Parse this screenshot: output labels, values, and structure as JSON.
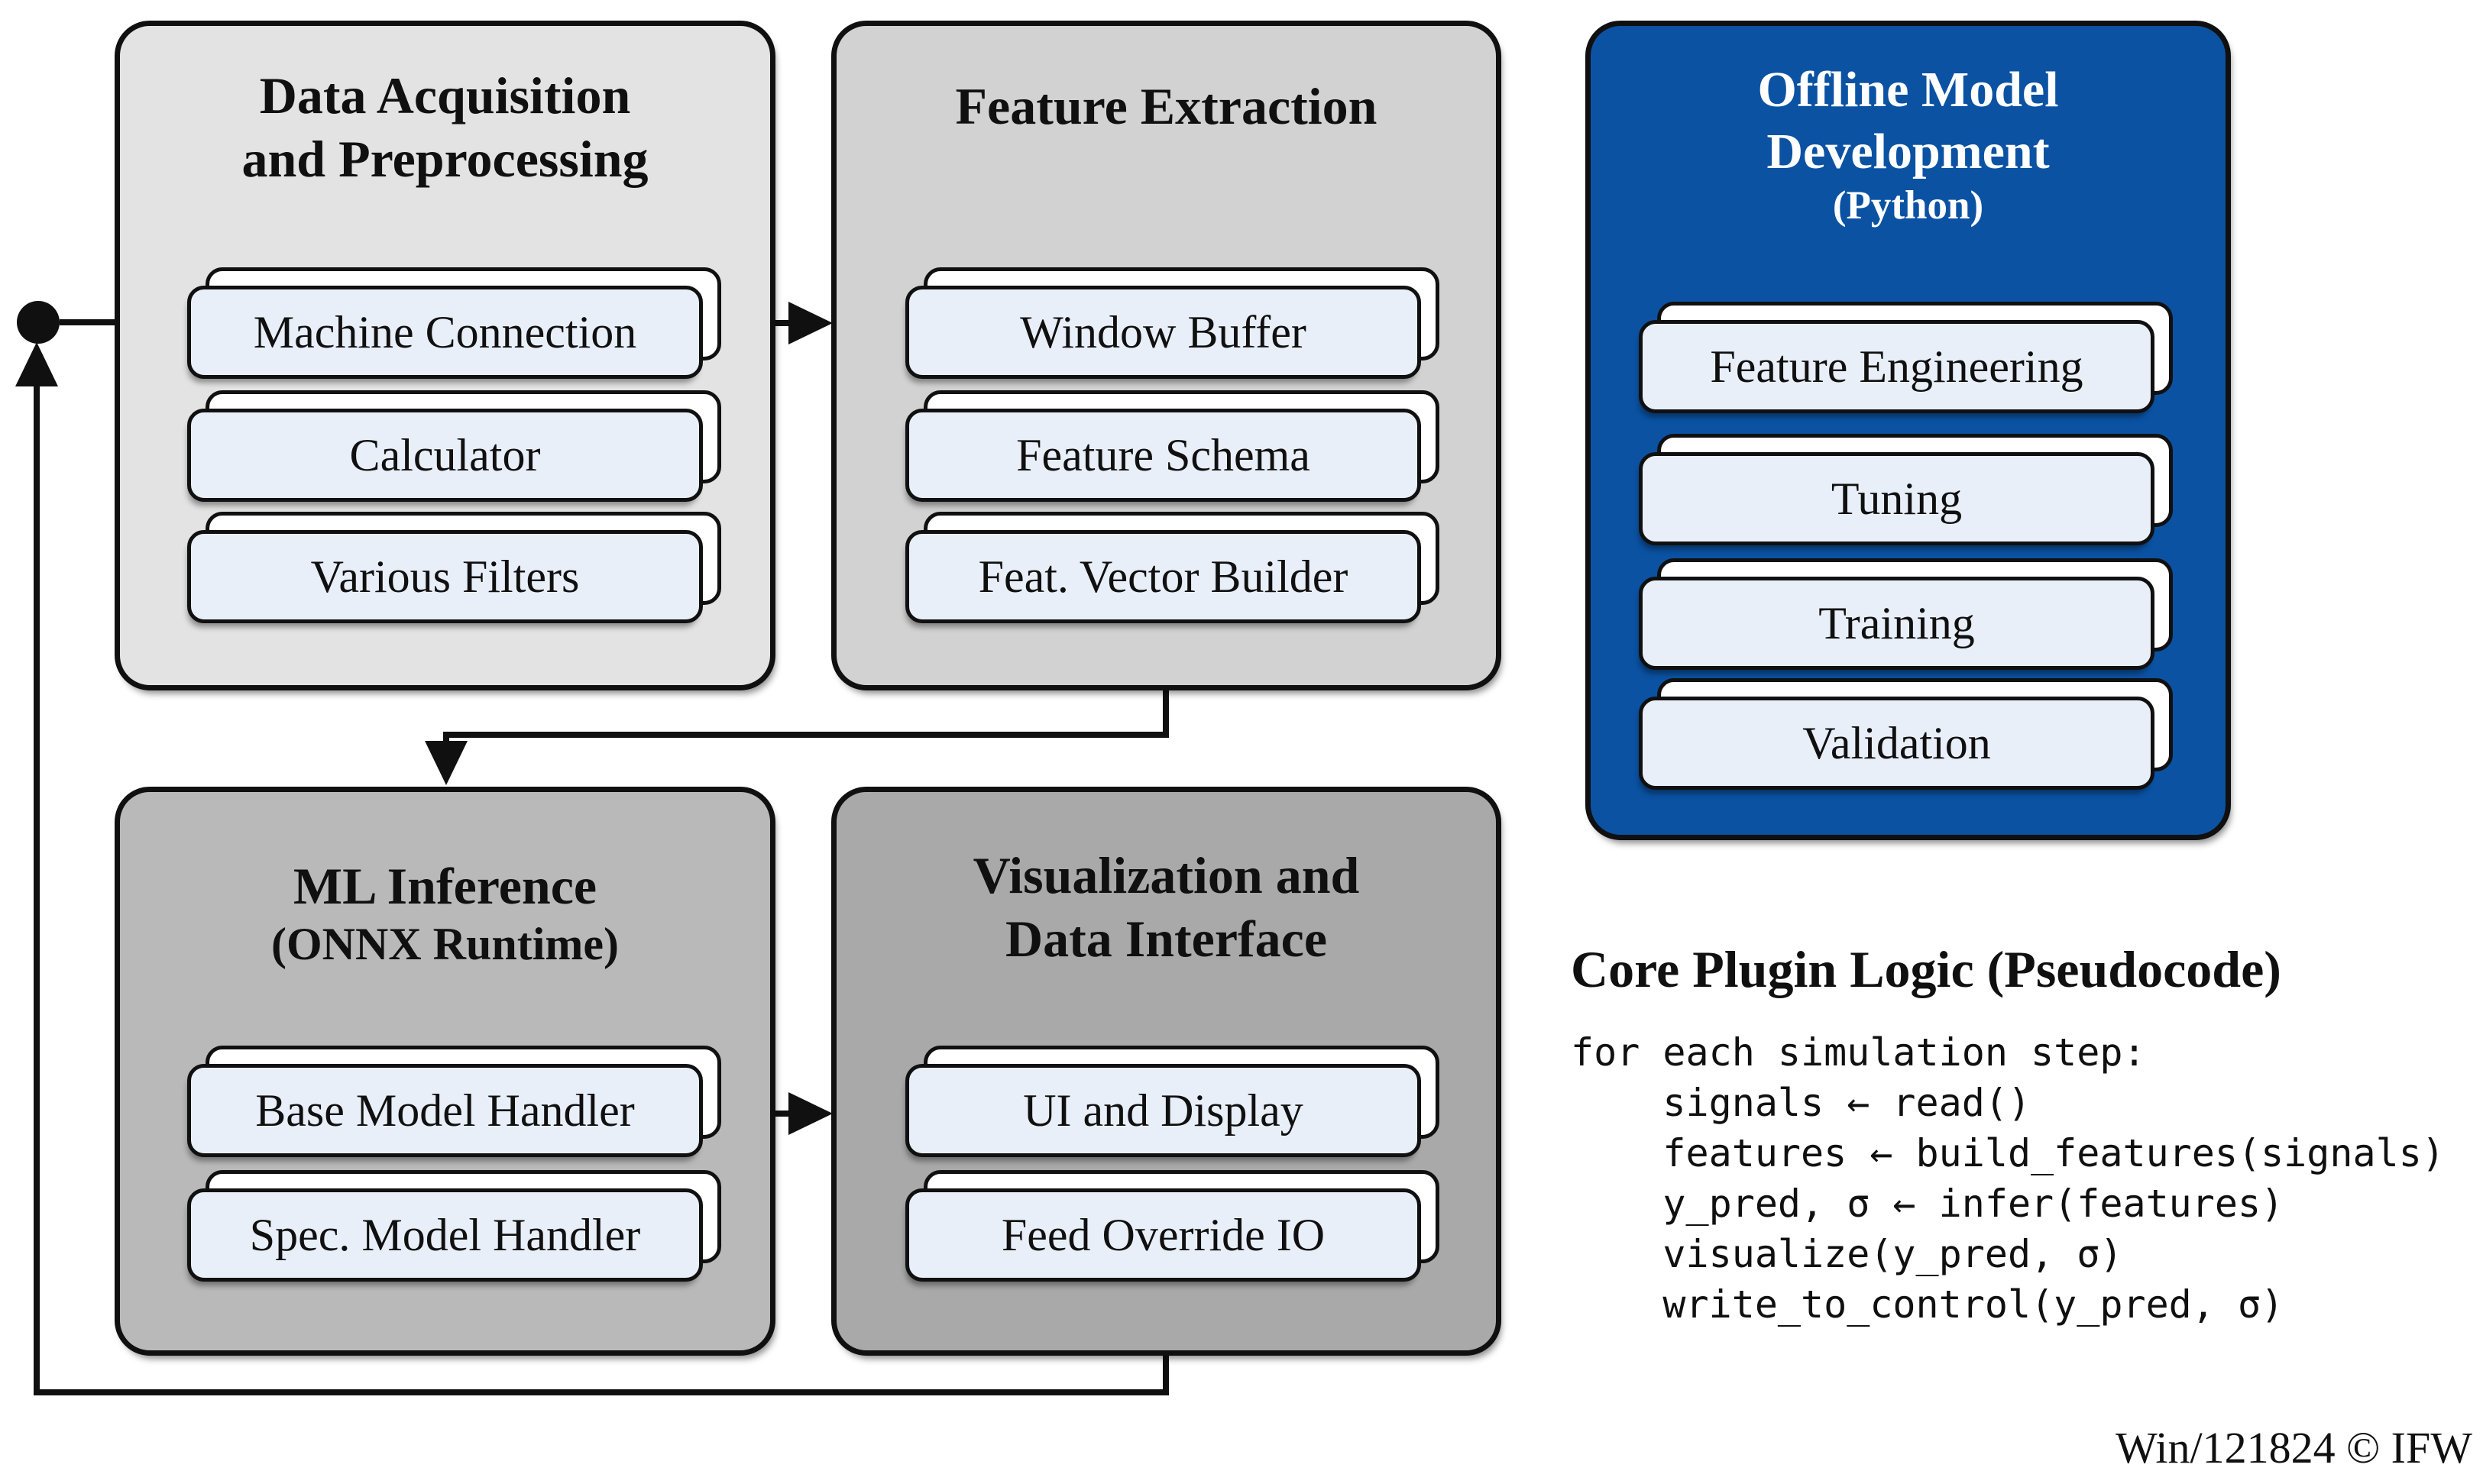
{
  "diagram": {
    "boxes": {
      "data_acq": {
        "title_line1": "Data Acquisition",
        "title_line2": "and Preprocessing",
        "cards": [
          "Machine Connection",
          "Calculator",
          "Various Filters"
        ]
      },
      "feature_extraction": {
        "title_line1": "Feature Extraction",
        "cards": [
          "Window Buffer",
          "Feature Schema",
          "Feat. Vector Builder"
        ]
      },
      "offline_dev": {
        "title_line1": "Offline Model",
        "title_line2": "Development",
        "subtitle": "(Python)",
        "cards": [
          "Feature Engineering",
          "Tuning",
          "Training",
          "Validation"
        ]
      },
      "ml_inference": {
        "title_line1": "ML Inference",
        "subtitle": "(ONNX Runtime)",
        "cards": [
          "Base Model Handler",
          "Spec. Model Handler"
        ]
      },
      "visualization": {
        "title_line1": "Visualization and",
        "title_line2": "Data Interface",
        "cards": [
          "UI and Display",
          "Feed Override IO"
        ]
      }
    },
    "pseudocode": {
      "title": "Core Plugin Logic (Pseudocode)",
      "lines": [
        "for each simulation step:",
        "    signals ← read()",
        "    features ← build_features(signals)",
        "    y_pred, σ ← infer(features)",
        "    visualize(y_pred, σ)",
        "    write_to_control(y_pred, σ)"
      ]
    },
    "footer": "Win/121824 © IFW",
    "colors": {
      "offline_box_fill": "#0b52a3",
      "data_acq_fill": "#e3e3e3",
      "feature_extraction_fill": "#d2d2d2",
      "ml_inference_fill": "#b9b9b9",
      "visualization_fill": "#a9a9a9",
      "card_fill": "#e9eff9",
      "card_back_fill": "#ffffff",
      "line_color": "#101010",
      "offline_title_color": "#ffffff"
    }
  }
}
